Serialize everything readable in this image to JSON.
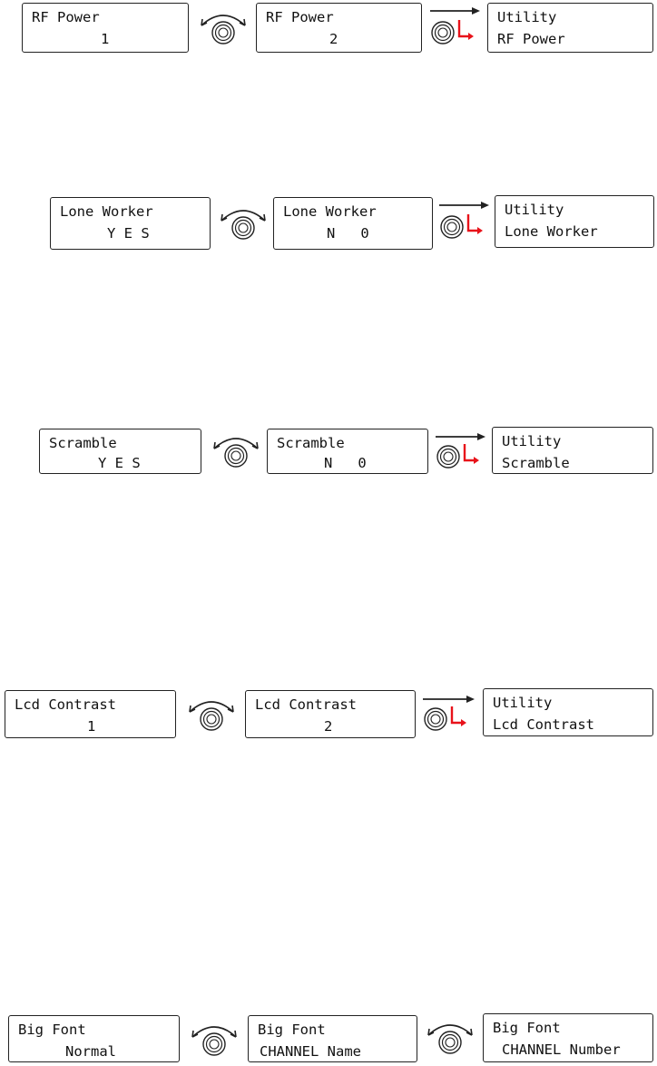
{
  "colors": {
    "line": "#222222",
    "enter": "#e8121a"
  },
  "rows": [
    {
      "panels": [
        {
          "line1": "RF Power",
          "line2": "1"
        },
        {
          "line1": "RF Power",
          "line2": "2"
        },
        {
          "line1": "Utility",
          "line2": "RF Power"
        }
      ],
      "connectors": [
        "rotary-knob",
        "enter-knob"
      ]
    },
    {
      "panels": [
        {
          "line1": "Lone Worker",
          "line2": "Y E S"
        },
        {
          "line1": "Lone Worker",
          "line2": "N   0"
        },
        {
          "line1": "Utility",
          "line2": "Lone Worker"
        }
      ],
      "connectors": [
        "rotary-knob",
        "enter-knob"
      ]
    },
    {
      "panels": [
        {
          "line1": "Scramble",
          "line2": "Y E S"
        },
        {
          "line1": "Scramble",
          "line2": "N   0"
        },
        {
          "line1": "Utility",
          "line2": "Scramble"
        }
      ],
      "connectors": [
        "rotary-knob",
        "enter-knob"
      ]
    },
    {
      "panels": [
        {
          "line1": "Lcd Contrast",
          "line2": "1"
        },
        {
          "line1": "Lcd Contrast",
          "line2": "2"
        },
        {
          "line1": "Utility",
          "line2": "Lcd Contrast"
        }
      ],
      "connectors": [
        "rotary-knob",
        "enter-knob"
      ]
    },
    {
      "panels": [
        {
          "line1": "Big Font",
          "line2": "Normal"
        },
        {
          "line1": "Big Font",
          "line2": "CHANNEL Name"
        },
        {
          "line1": "Big Font",
          "line2": "CHANNEL Number"
        }
      ],
      "connectors": [
        "rotary-knob",
        "rotary-knob"
      ]
    }
  ]
}
